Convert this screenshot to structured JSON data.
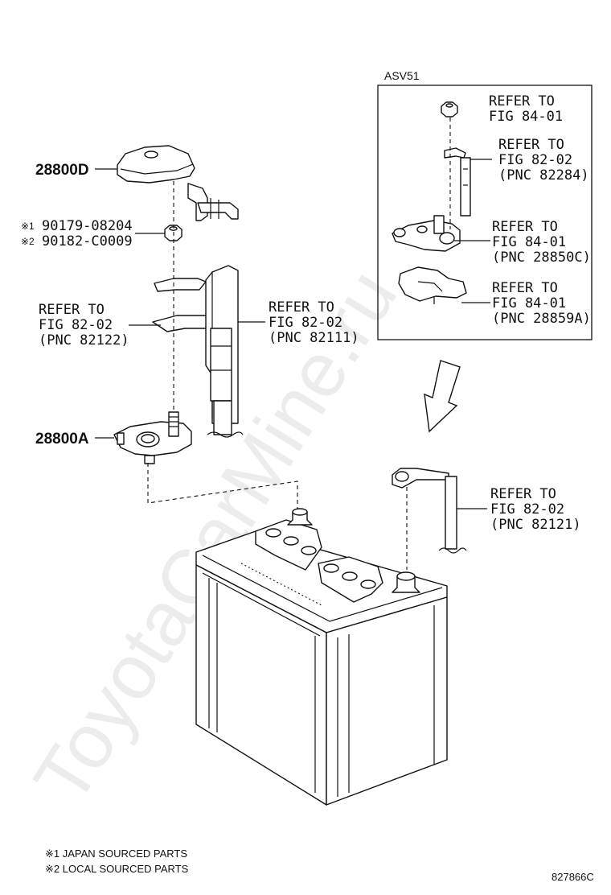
{
  "watermark": "ToyotaCarMine.ru",
  "inset": {
    "title": "ASV51"
  },
  "parts": {
    "p28800D": "28800D",
    "p28800A": "28800A",
    "bolt1": {
      "mark": "※1",
      "number": "90179-08204"
    },
    "bolt2": {
      "mark": "※2",
      "number": "90182-C0009"
    }
  },
  "refs": {
    "r82122": [
      "REFER TO",
      "FIG 82-02",
      "(PNC 82122)"
    ],
    "r82111": [
      "REFER TO",
      "FIG 82-02",
      "(PNC 82111)"
    ],
    "r8401": [
      "REFER TO",
      "FIG 84-01"
    ],
    "r82284": [
      "REFER TO",
      "FIG 82-02",
      "(PNC 82284)"
    ],
    "r28850C": [
      "REFER TO",
      "FIG 84-01",
      "(PNC 28850C)"
    ],
    "r28859A": [
      "REFER TO",
      "FIG 84-01",
      "(PNC 28859A)"
    ],
    "r82121": [
      "REFER TO",
      "FIG 82-02",
      "(PNC 82121)"
    ]
  },
  "footnotes": [
    "※1 JAPAN SOURCED PARTS",
    "※2 LOCAL SOURCED PARTS"
  ],
  "figure_code": "827866C"
}
